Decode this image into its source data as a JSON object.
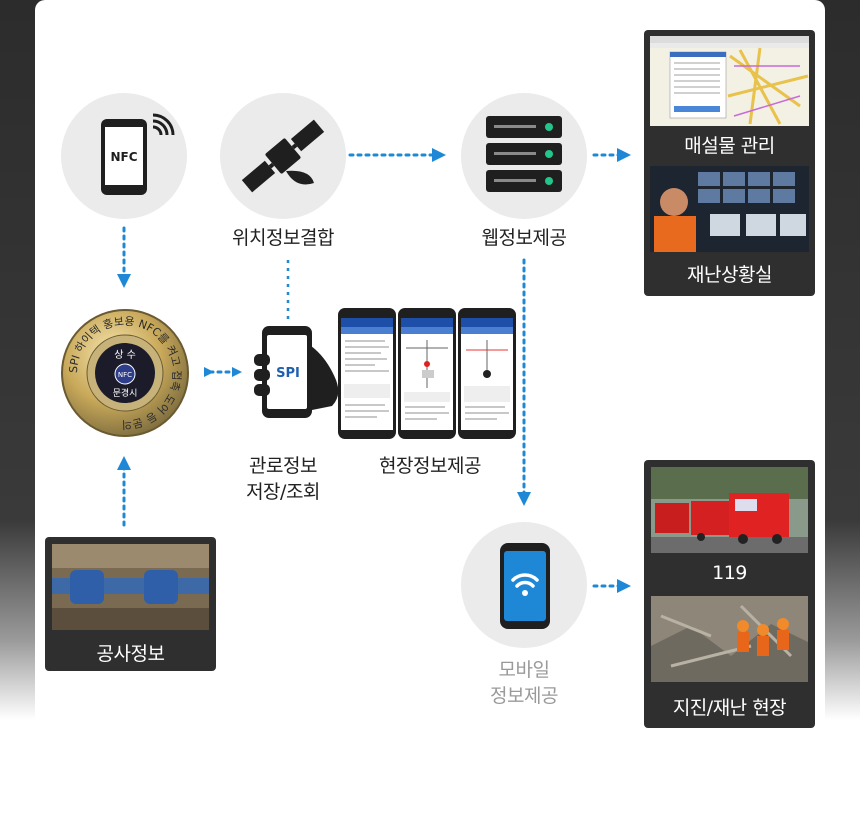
{
  "nodes": {
    "location": "위치정보결합",
    "web": "웹정보제공",
    "pipe_info_line1": "관로정보",
    "pipe_info_line2": "저장/조회",
    "field_info": "현장정보제공",
    "mobile_line1": "모바일",
    "mobile_line2": "정보제공",
    "construction": "공사정보"
  },
  "icons": {
    "phone_label": "NFC",
    "spi_label": "SPI",
    "tag_top": "상 수",
    "tag_center": "NFC",
    "tag_bottom": "문경시",
    "tag_ring": "SPI 하이텍 홍보용 NFC를 켜고 접촉 도어 등 문의"
  },
  "right_panels": {
    "facility": "매설물 관리",
    "disaster_room": "재난상황실",
    "emergency": "119",
    "site": "지진/재난 현장"
  },
  "colors": {
    "arrow": "#1e88d6",
    "dark_panel": "#2f2f2f",
    "icon_dark": "#1f1f1f"
  }
}
